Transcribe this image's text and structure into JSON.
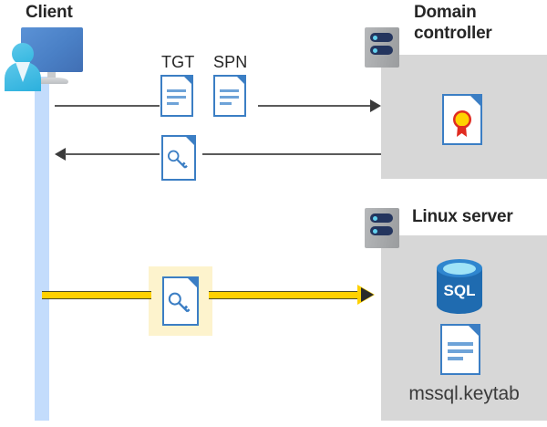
{
  "diagram": {
    "title_client": "Client",
    "title_domain_controller": "Domain\ncontroller",
    "title_domain_controller_line1": "Domain",
    "title_domain_controller_line2": "controller",
    "title_linux_server": "Linux server",
    "labels": {
      "tgt": "TGT",
      "spn": "SPN",
      "keytab_filename": "mssql.keytab",
      "sql_db": "SQL"
    },
    "icons": {
      "client_person": "person-icon",
      "client_monitor": "monitor-icon",
      "server_tower": "server-icon",
      "certificate_document": "certificate-document-icon",
      "key_document": "key-document-icon",
      "text_document": "text-document-icon",
      "sql_database": "sql-database-icon"
    },
    "flows": [
      {
        "id": "request-tgt-spn",
        "direction": "client-to-domain-controller",
        "style": "gray",
        "carried": [
          "TGT",
          "SPN"
        ]
      },
      {
        "id": "return-service-ticket",
        "direction": "domain-controller-to-client",
        "style": "gray",
        "carried": [
          "key-document"
        ]
      },
      {
        "id": "authenticate-to-linux-server",
        "direction": "client-to-linux-server",
        "style": "yellow-highlight",
        "carried": [
          "key-document"
        ]
      }
    ],
    "colors": {
      "panel_gray": "#d7d7d7",
      "lifeline_blue": "#c3dcfc",
      "highlight_yellow": "#fdf3cd",
      "arrow_yellow": "#ffd100",
      "doc_blue": "#3b7ec4",
      "sql_blue": "#1f6bb0",
      "title_text": "#262626"
    }
  }
}
